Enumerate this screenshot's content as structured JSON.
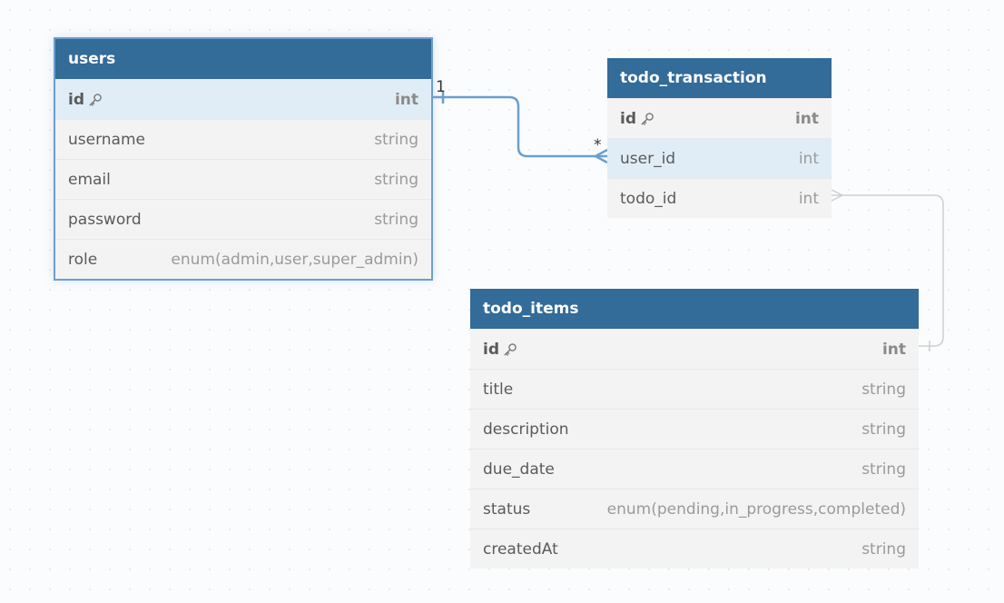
{
  "tables": [
    {
      "name": "users",
      "selected": true,
      "fields": [
        {
          "name": "id",
          "type": "int",
          "pk": true,
          "highlight": true
        },
        {
          "name": "username",
          "type": "string"
        },
        {
          "name": "email",
          "type": "string"
        },
        {
          "name": "password",
          "type": "string"
        },
        {
          "name": "role",
          "type": "enum(admin,user,super_admin)"
        }
      ]
    },
    {
      "name": "todo_transaction",
      "selected": false,
      "fields": [
        {
          "name": "id",
          "type": "int",
          "pk": true
        },
        {
          "name": "user_id",
          "type": "int",
          "highlight": true
        },
        {
          "name": "todo_id",
          "type": "int"
        }
      ]
    },
    {
      "name": "todo_items",
      "selected": false,
      "fields": [
        {
          "name": "id",
          "type": "int",
          "pk": true
        },
        {
          "name": "title",
          "type": "string"
        },
        {
          "name": "description",
          "type": "string"
        },
        {
          "name": "due_date",
          "type": "string"
        },
        {
          "name": "status",
          "type": "enum(pending,in_progress,completed)"
        },
        {
          "name": "createdAt",
          "type": "string"
        }
      ]
    }
  ],
  "relationships": [
    {
      "from": "users.id",
      "to": "todo_transaction.user_id",
      "from_label": "1",
      "to_label": "*",
      "active": true
    },
    {
      "from": "todo_items.id",
      "to": "todo_transaction.todo_id",
      "from_label": "",
      "to_label": "",
      "active": false
    }
  ],
  "colors": {
    "header": "#336b99",
    "selected_border": "#6b9fcf",
    "active_line": "#6b9fcf",
    "inactive_line": "#cfcfcf"
  },
  "icons": {
    "primary_key": "key-icon"
  }
}
